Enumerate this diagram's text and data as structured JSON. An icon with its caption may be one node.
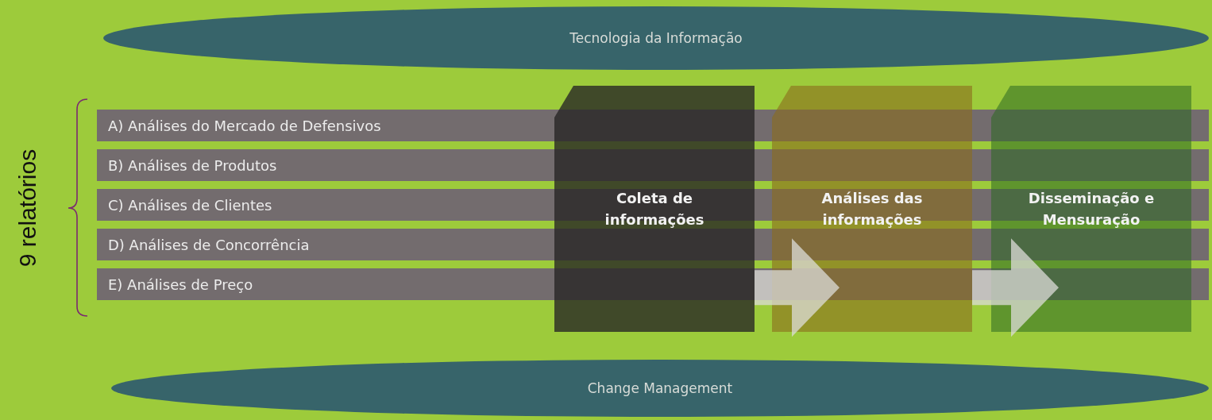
{
  "diagram": {
    "nodes": [
      {
        "text": [
          "Tecnologia da Informação"
        ]
      },
      {
        "text": [
          "A) Análises do Mercado de Defensivos"
        ]
      },
      {
        "text": [
          "B) Análises de Produtos"
        ]
      },
      {
        "text": [
          "C) Análises de Clientes"
        ]
      },
      {
        "text": [
          "D) Análises de Concorrência"
        ]
      },
      {
        "text": [
          "E) Análises de Preço"
        ]
      },
      {
        "text": [
          "Coleta de informações"
        ]
      },
      {
        "text": [
          "Análises das informações"
        ]
      },
      {
        "text": [
          "Disseminação e Mensuração"
        ]
      },
      {
        "text": [
          "Change Management"
        ]
      }
    ],
    "edges": [
      {
        "from": 6,
        "to": 7,
        "arrow": "to"
      },
      {
        "from": 7,
        "to": 8,
        "arrow": "to"
      }
    ],
    "labels": [
      "9 relatórios"
    ]
  }
}
